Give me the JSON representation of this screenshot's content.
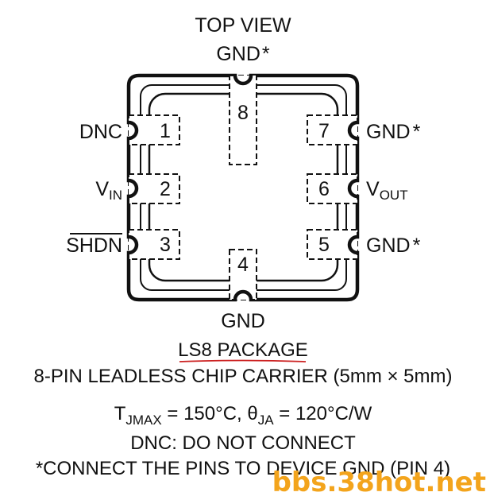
{
  "title": "TOP VIEW",
  "pins": {
    "top": {
      "number": "8",
      "label": "GND",
      "mark": "*"
    },
    "left1": {
      "number": "1",
      "label": "DNC"
    },
    "left2": {
      "number": "2",
      "label": "V",
      "sub": "IN"
    },
    "left3": {
      "number": "3",
      "label": "SHDN"
    },
    "right7": {
      "number": "7",
      "label": "GND",
      "mark": "*"
    },
    "right6": {
      "number": "6",
      "label": "V",
      "sub": "OUT"
    },
    "right5": {
      "number": "5",
      "label": "GND",
      "mark": "*"
    },
    "bottom": {
      "number": "4",
      "label": "GND"
    }
  },
  "package": {
    "name": "LS8 PACKAGE",
    "description": "8-PIN LEADLESS CHIP CARRIER (5mm × 5mm)",
    "thermal": {
      "tj_prefix": "T",
      "tj_sub": "JMAX",
      "tj_value": " = 150°C, ",
      "theta": "θ",
      "theta_sub": "JA",
      "theta_value": " = 120°C/W"
    },
    "dnc_note": "DNC: DO NOT CONNECT",
    "gnd_note": "*CONNECT THE PINS TO DEVICE GND (PIN 4)"
  },
  "watermark": "bbs.38hot.net",
  "colors": {
    "underline": "#cc2222",
    "watermark": "#f3a41c"
  }
}
